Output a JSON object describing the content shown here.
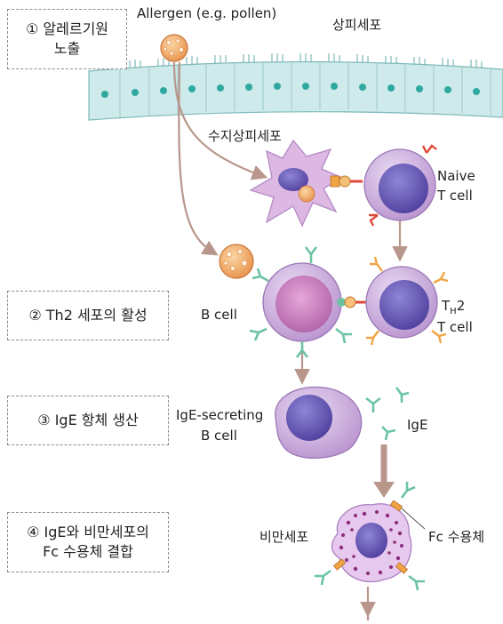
{
  "steps": [
    {
      "text": "① 알레르기원\n노출"
    },
    {
      "text": "② Th2 세포의 활성"
    },
    {
      "text": "③ IgE 항체 생산"
    },
    {
      "text": "④ IgE와 비만세포의\nFc 수용체 결합"
    }
  ],
  "labels": {
    "allergen": "Allergen (e.g. pollen)",
    "epithelium": "상피세포",
    "dendritic": "수지상피세포",
    "naive_t_line1": "Naive",
    "naive_t_line2": "T cell",
    "b_cell": "B cell",
    "th2_prefix": "T",
    "th2_sub": "H",
    "th2_suffix": "2",
    "th2_line2": "T cell",
    "ige_secreting_line1": "IgE-secreting",
    "ige_secreting_line2": "B cell",
    "ige": "IgE",
    "mast_cell": "비만세포",
    "fc_receptor": "Fc 수용체"
  },
  "colors": {
    "epithelium_fill": "#cfeaea",
    "epithelium_nucleus": "#2fa9a0",
    "cell_lavender": "#c9a3d8",
    "nucleus_purple": "#6f5fb8",
    "dendritic_fill": "#ddb8e3",
    "allergen_orange": "#f2a55f",
    "antibody_green": "#6cc3a2",
    "receptor_red": "#e04a3a",
    "receptor_orange": "#f0a442",
    "arrow_brown": "#b8968c"
  }
}
